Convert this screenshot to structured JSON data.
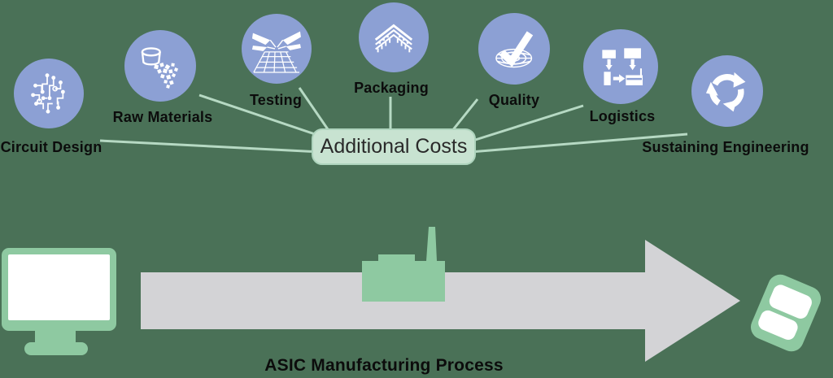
{
  "diagram": {
    "hub_label": "Additional Costs",
    "process_label": "ASIC Manufacturing Process",
    "nodes": [
      {
        "label": "Circuit Design",
        "icon": "circuit-design-icon"
      },
      {
        "label": "Raw Materials",
        "icon": "raw-materials-icon"
      },
      {
        "label": "Testing",
        "icon": "testing-icon"
      },
      {
        "label": "Packaging",
        "icon": "packaging-icon"
      },
      {
        "label": "Quality",
        "icon": "quality-icon"
      },
      {
        "label": "Logistics",
        "icon": "logistics-icon"
      },
      {
        "label": "Sustaining Engineering",
        "icon": "sustaining-engineering-icon"
      }
    ]
  },
  "colors": {
    "background": "#4a7157",
    "node_circle": "#8ca0d4",
    "icon_white": "#ffffff",
    "connector_line": "#b6d9c3",
    "hub_fill": "#c8e3d1",
    "hub_border": "#aed4bd",
    "hub_text": "#2a2a2a",
    "label_text": "#0c0c0c",
    "process_arrow": "#d3d3d6",
    "asset_green": "#8ec9a1",
    "screen_white": "#ffffff"
  }
}
